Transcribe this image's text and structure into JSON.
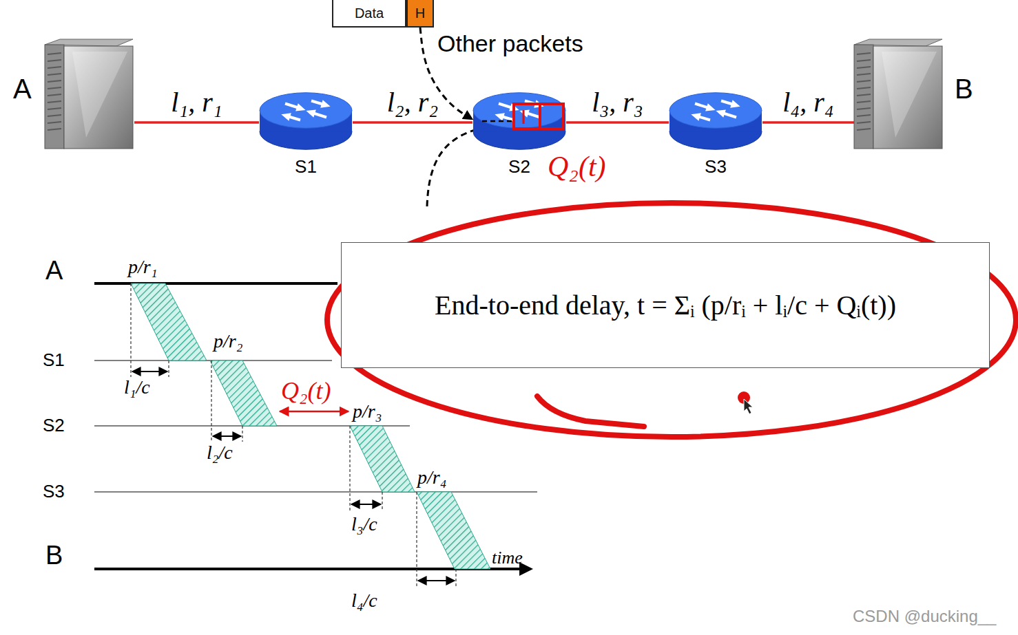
{
  "diagram": {
    "nodes": [
      {
        "text": [
          "Data"
        ]
      },
      {
        "text": [
          "H"
        ]
      },
      {
        "text": [
          "A"
        ]
      },
      {
        "text": [
          "S1"
        ]
      },
      {
        "text": [
          "S2"
        ]
      },
      {
        "text": [
          "S3"
        ]
      },
      {
        "text": [
          "B"
        ]
      },
      {
        "text": [
          "End-to-end delay, t = Σᵢ (p/rᵢ + lᵢ/c + Qᵢ(t))"
        ]
      }
    ],
    "edges": [
      {
        "from": 2,
        "to": 3,
        "label": "l₁, r₁",
        "arrow": "none"
      },
      {
        "from": 3,
        "to": 4,
        "label": "l₂, r₂",
        "arrow": "none"
      },
      {
        "from": 4,
        "to": 5,
        "label": "l₃, r₃",
        "arrow": "none"
      },
      {
        "from": 5,
        "to": 6,
        "label": "l₄, r₄",
        "arrow": "none"
      },
      {
        "from": 1,
        "to": 4,
        "arrow": "to"
      }
    ],
    "labels": [
      "Other packets",
      "Q₂(t)",
      "A",
      "S1",
      "S2",
      "S3",
      "B",
      "p/r₁",
      "p/r₂",
      "l₁/c",
      "Q₂(t)",
      "p/r₃",
      "l₂/c",
      "p/r₄",
      "l₃/c",
      "time",
      "l₄/c",
      "CSDN @ducking__"
    ]
  }
}
